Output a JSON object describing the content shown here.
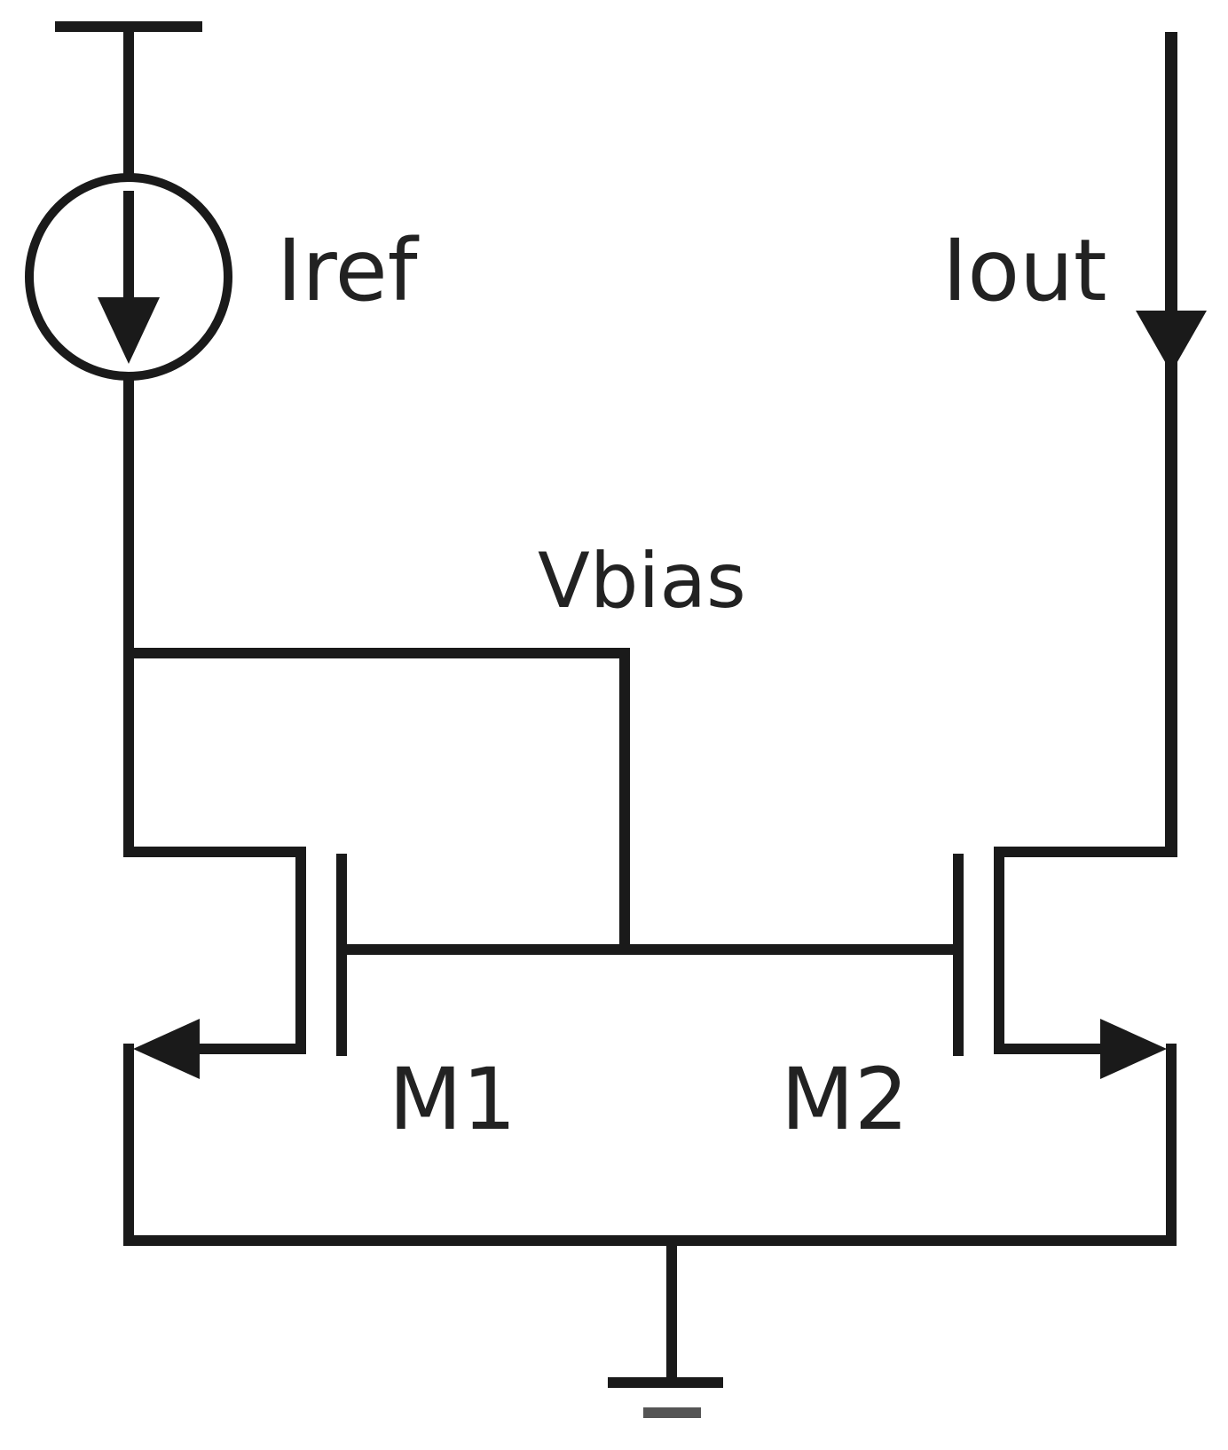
{
  "labels": {
    "iref": "Iref",
    "iout": "Iout",
    "vbias": "Vbias",
    "m1": "M1",
    "m2": "M2"
  },
  "colors": {
    "ink": "#1a1a1a",
    "background": "#ffffff",
    "ground_lower_bar": "#555555"
  }
}
